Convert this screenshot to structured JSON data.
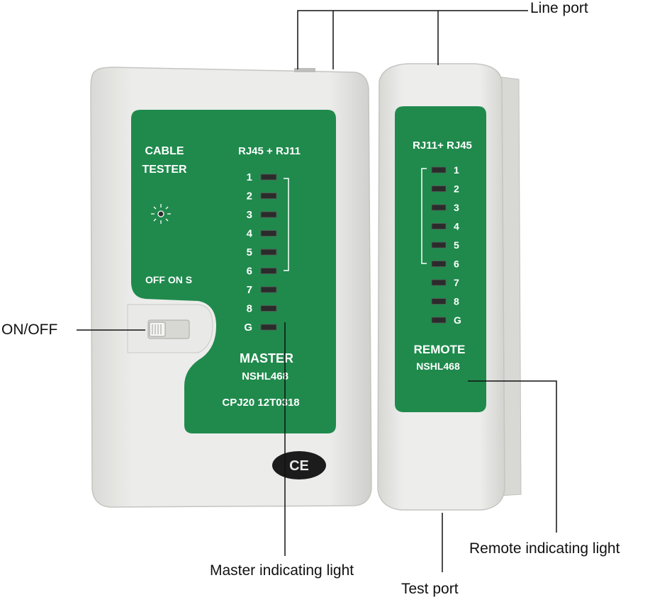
{
  "master": {
    "title_line1": "CABLE",
    "title_line2": "TESTER",
    "ports": "RJ45 + RJ11",
    "switch_label": "OFF ON S",
    "led_labels": [
      "1",
      "2",
      "3",
      "4",
      "5",
      "6",
      "7",
      "8",
      "G"
    ],
    "unit_name": "MASTER",
    "model": "NSHL468",
    "serial": "CPJ20 12T0318",
    "mark": "CE"
  },
  "remote": {
    "ports": "RJ11+ RJ45",
    "led_labels": [
      "1",
      "2",
      "3",
      "4",
      "5",
      "6",
      "7",
      "8",
      "G"
    ],
    "unit_name": "REMOTE",
    "model": "NSHL468"
  },
  "callouts": {
    "line_port": "Line port",
    "on_off": "ON/OFF",
    "master_light": "Master indicating light",
    "remote_light": "Remote indicating light",
    "test_port": "Test port"
  },
  "colors": {
    "panel_green": "#1f8a4c",
    "body_grey": "#e6e6e4",
    "led_dark": "#2b2b2b"
  }
}
